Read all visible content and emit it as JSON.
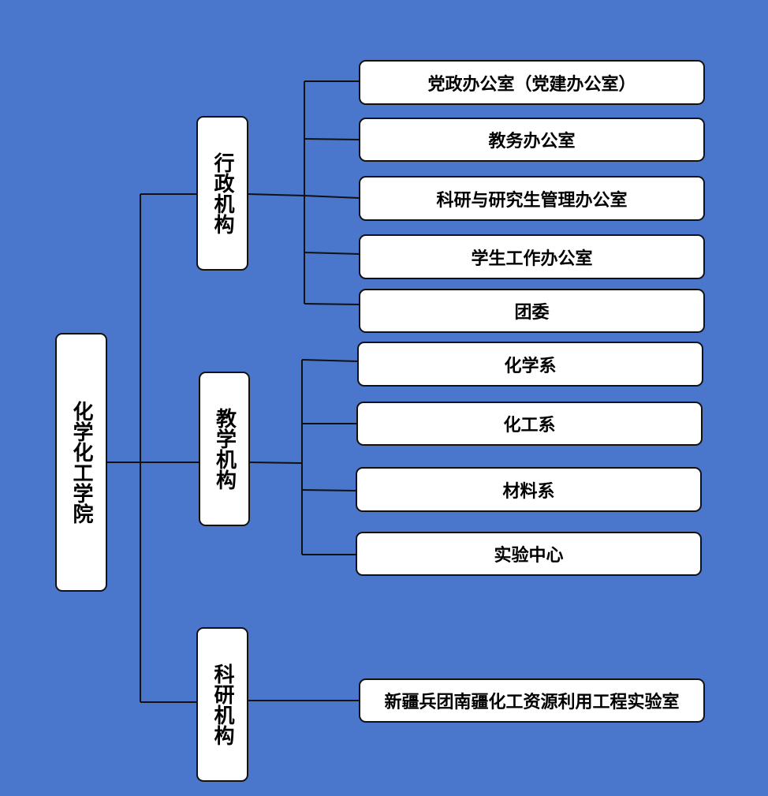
{
  "root": {
    "label": "化学化工学院"
  },
  "branches": [
    {
      "label": "行政机构",
      "children": [
        "党政办公室（党建办公室）",
        "教务办公室",
        "科研与研究生管理办公室",
        "学生工作办公室",
        "团委"
      ]
    },
    {
      "label": "教学机构",
      "children": [
        "化学系",
        "化工系",
        "材料系",
        "实验中心"
      ]
    },
    {
      "label": "科研机构",
      "children": [
        "新疆兵团南疆化工资源利用工程实验室"
      ]
    }
  ],
  "colors": {
    "background": "#4a76cc",
    "box_fill": "#ffffff",
    "line": "#111111"
  }
}
